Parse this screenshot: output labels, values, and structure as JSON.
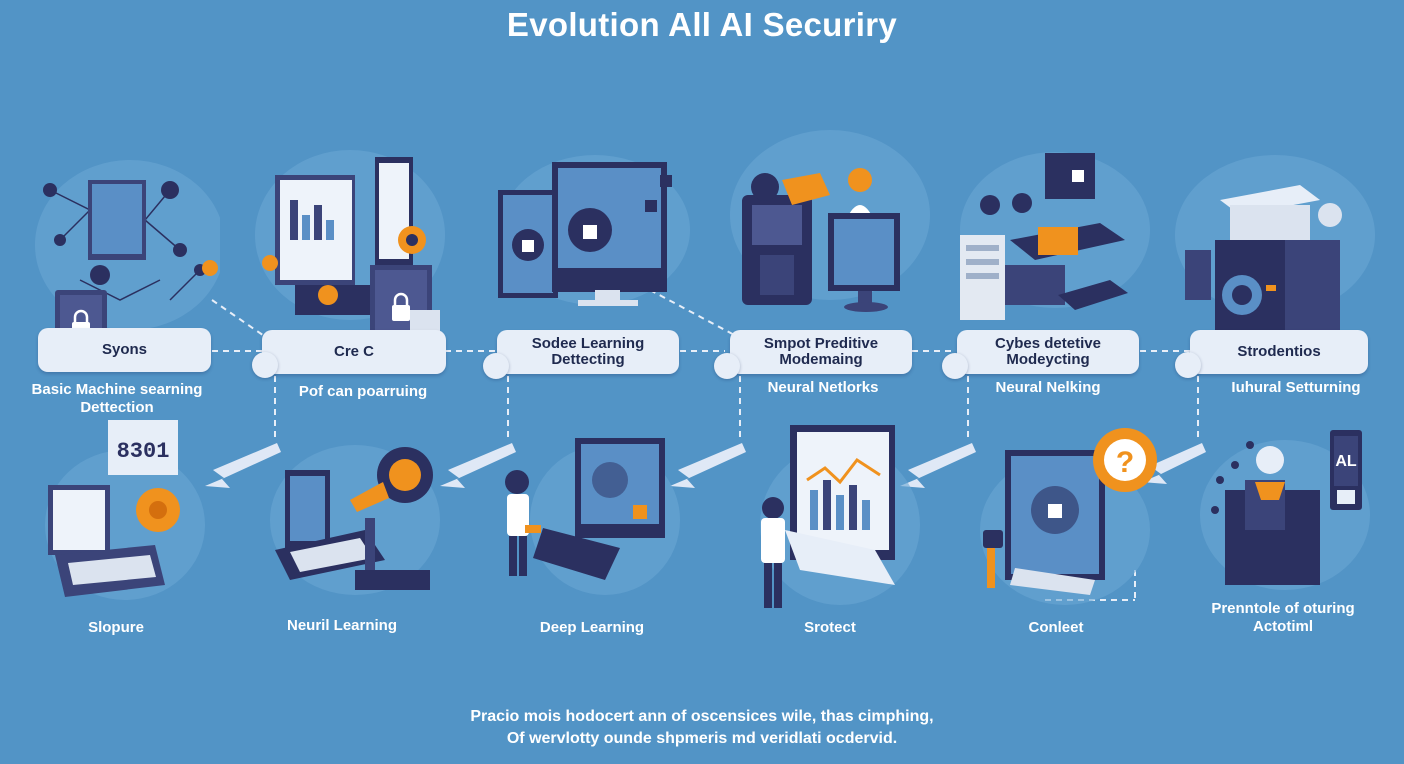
{
  "title": "Evolution All AI Securiry",
  "top_row": [
    {
      "label": [
        "Syons"
      ],
      "caption": [
        "Basic Machine searning",
        "Dettection"
      ]
    },
    {
      "label": [
        "Cre C"
      ],
      "caption": [
        "Pof can poarruing"
      ]
    },
    {
      "label": [
        "Sodee Learning",
        "Dettecting"
      ],
      "caption": []
    },
    {
      "label": [
        "Smpot Preditive",
        "Modemaing"
      ],
      "caption": [
        "Neural Netlorks"
      ]
    },
    {
      "label": [
        "Cybes detetive",
        "Modeycting"
      ],
      "caption": [
        "Neural Nelking"
      ]
    },
    {
      "label": [
        "Strodentios"
      ],
      "caption": [
        "Iuhural Setturning"
      ]
    }
  ],
  "bottom_row": [
    {
      "caption": [
        "Slopure"
      ]
    },
    {
      "caption": [
        "Neuril Learning"
      ]
    },
    {
      "caption": [
        "Deep Learning"
      ]
    },
    {
      "caption": [
        "Srotect"
      ]
    },
    {
      "caption": [
        "Conleet"
      ]
    },
    {
      "caption": [
        "Prenntole of oturing",
        "Actotiml"
      ]
    }
  ],
  "badge_text": "8301",
  "screen_text": "AL",
  "footer": [
    "Pracio mois hodocert ann of oscensices wile, thas cimphing,",
    "Of wervlotty ounde shpmeris md veridlati ocdervid."
  ],
  "colors": {
    "background": "#5294c6",
    "navy": "#3b4479",
    "dark_navy": "#2b3060",
    "pill": "#e7eef8",
    "orange": "#f0921e",
    "screen_blue": "#6fa6d6"
  }
}
